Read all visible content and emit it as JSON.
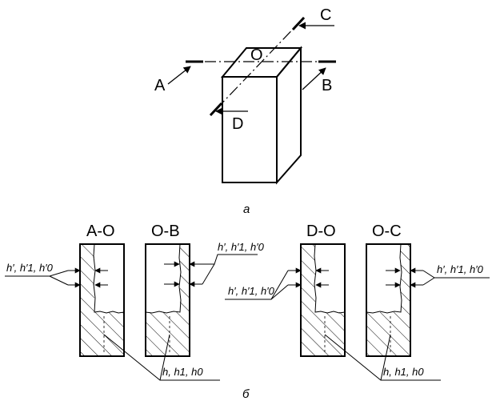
{
  "top": {
    "labels": {
      "A": "A",
      "B": "B",
      "C": "C",
      "D": "D",
      "O": "O"
    },
    "caption": "а"
  },
  "bottom": {
    "sections": [
      "A-O",
      "O-B",
      "D-O",
      "O-C"
    ],
    "measure_labels": {
      "primed": "h′, h′1, h′0",
      "base": "h, h1, h0"
    },
    "caption": "б"
  }
}
